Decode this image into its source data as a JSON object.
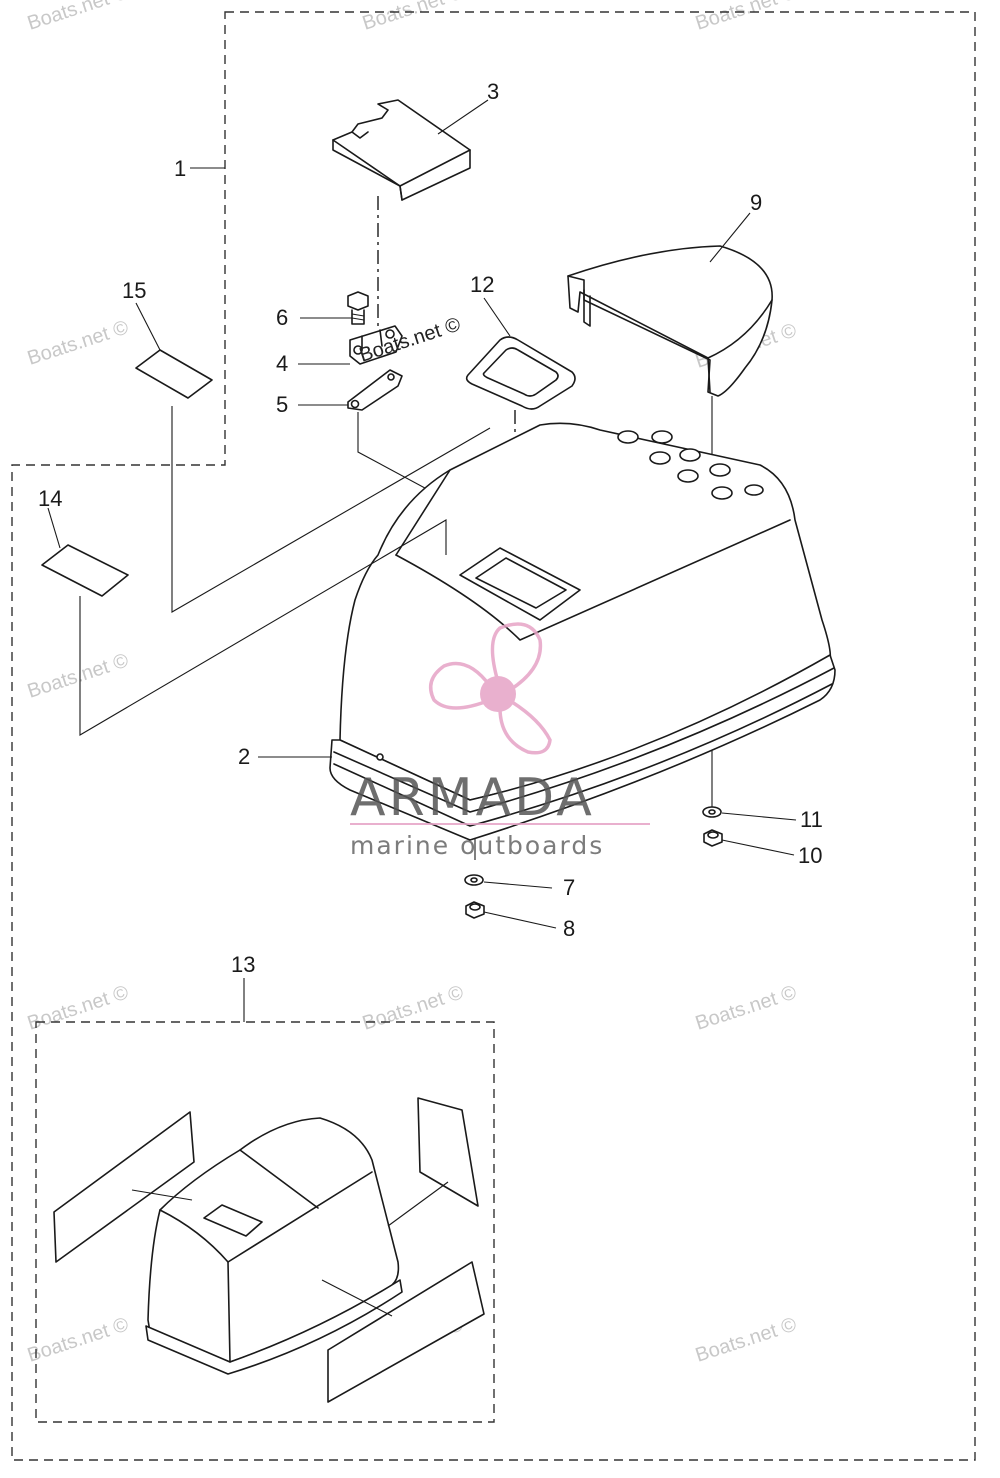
{
  "callouts": {
    "c1": "1",
    "c2": "2",
    "c3": "3",
    "c4": "4",
    "c5": "5",
    "c6": "6",
    "c7": "7",
    "c8": "8",
    "c9": "9",
    "c10": "10",
    "c11": "11",
    "c12": "12",
    "c13": "13",
    "c14": "14",
    "c15": "15"
  },
  "watermark": {
    "text": "Boats.net ©"
  },
  "logo": {
    "name": "ARMADA",
    "tagline": "marine outboards",
    "accent_color": "#e6a3c6",
    "text_color": "#555555"
  }
}
